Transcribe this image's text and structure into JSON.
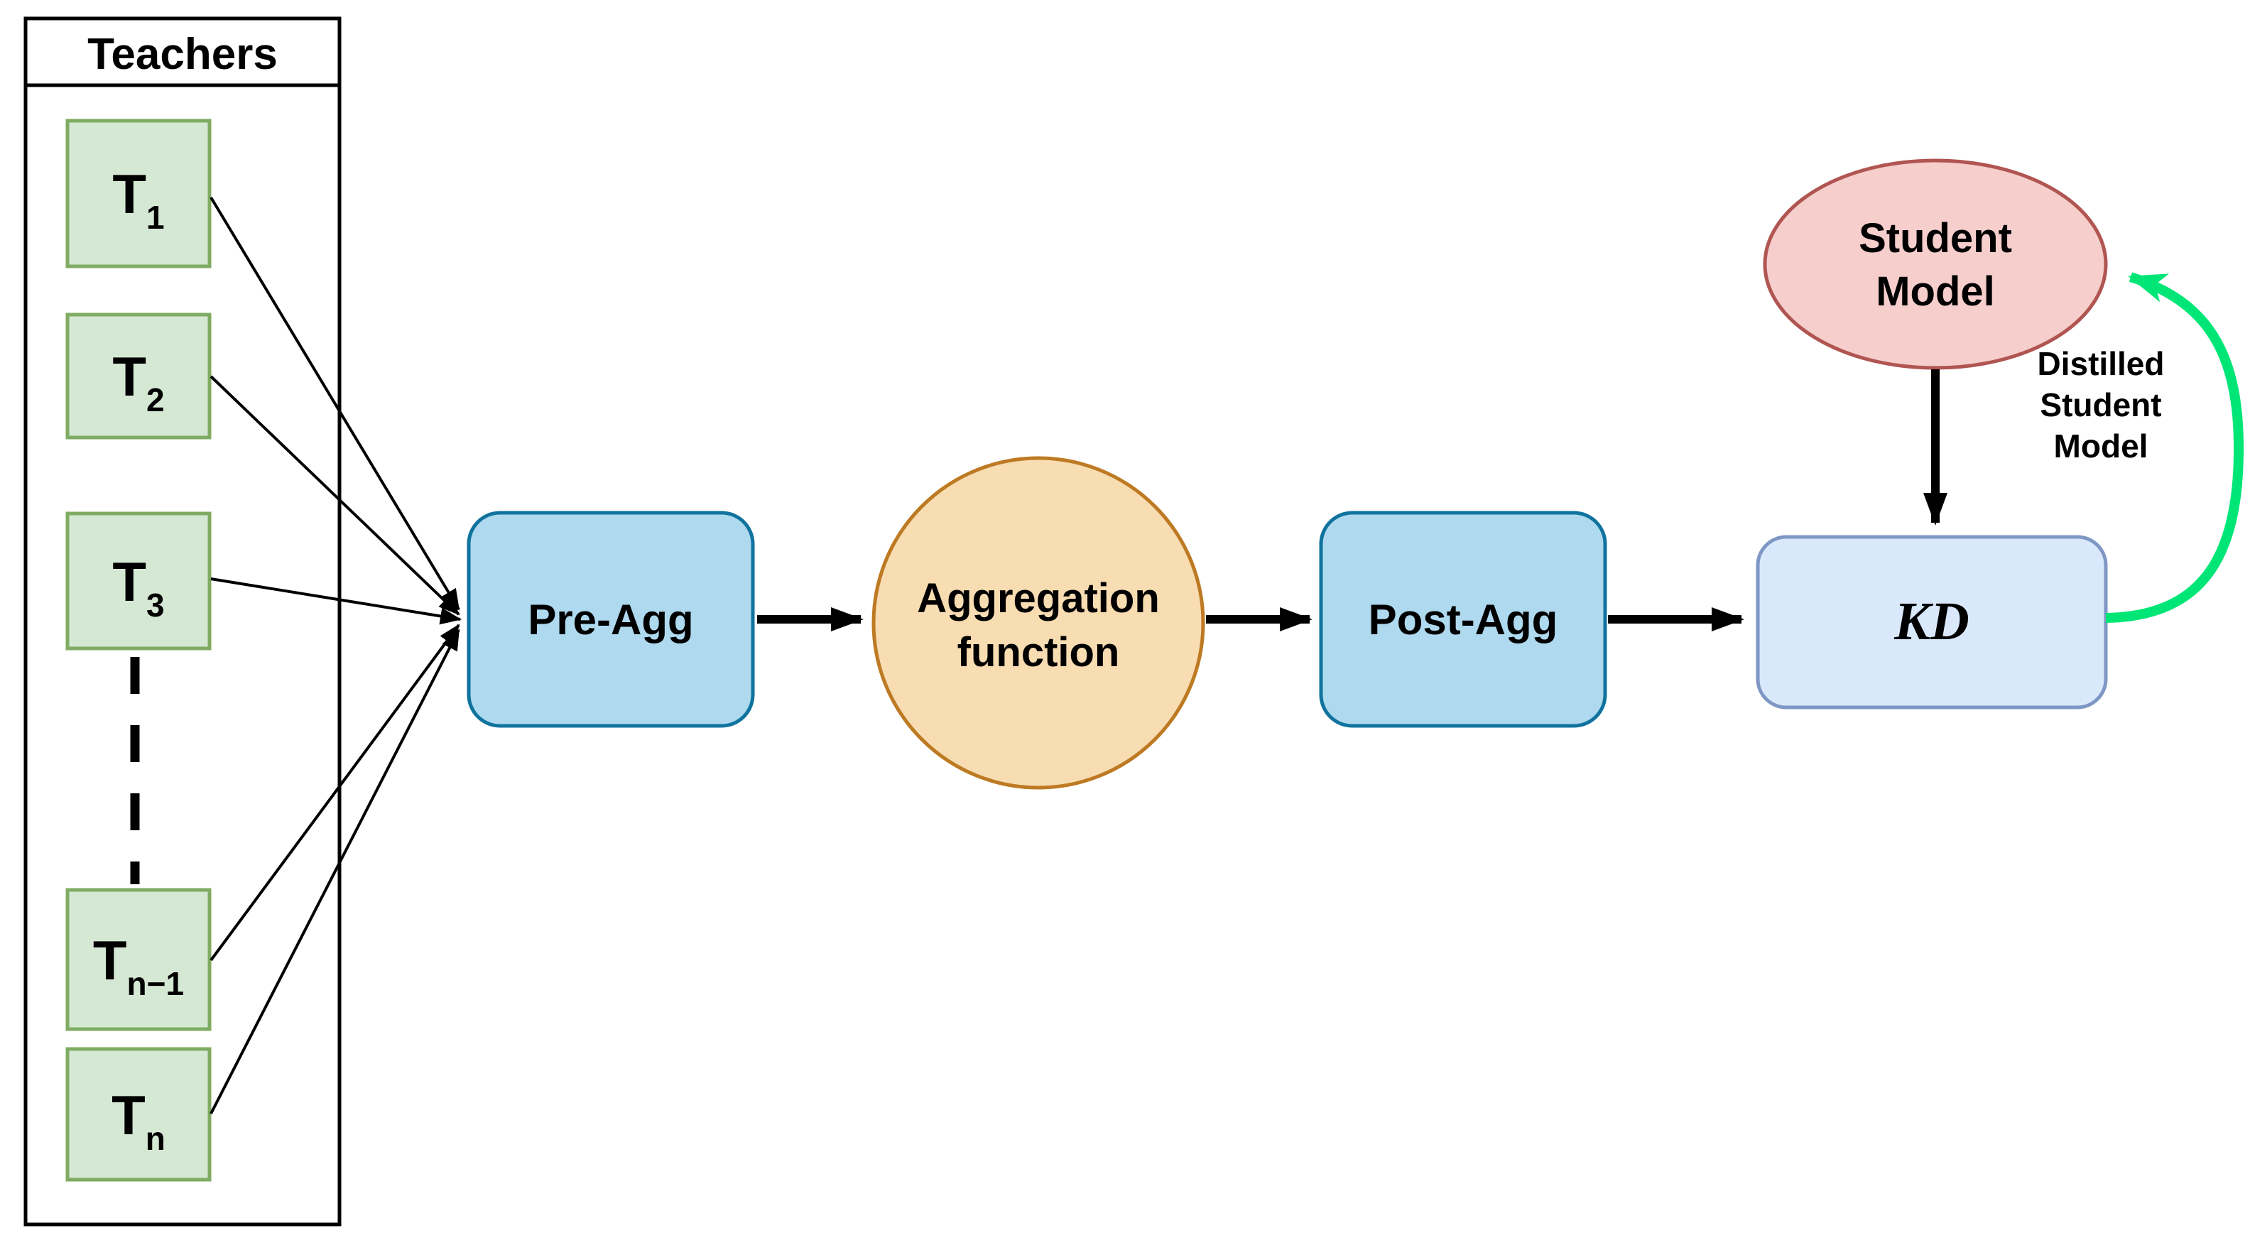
{
  "diagram": {
    "teachers_panel": {
      "title": "Teachers",
      "items": [
        {
          "base": "T",
          "sub": "1"
        },
        {
          "base": "T",
          "sub": "2"
        },
        {
          "base": "T",
          "sub": "3"
        },
        {
          "base": "T",
          "sub": "n−1"
        },
        {
          "base": "T",
          "sub": "n"
        }
      ]
    },
    "nodes": {
      "pre_agg": {
        "label": "Pre-Agg"
      },
      "aggregation": {
        "line1": "Aggregation",
        "line2": "function"
      },
      "post_agg": {
        "label": "Post-Agg"
      },
      "kd": {
        "label": "KD"
      },
      "student_model": {
        "line1": "Student",
        "line2": "Model"
      }
    },
    "annotations": {
      "distilled": {
        "line1": "Distilled",
        "line2": "Student",
        "line3": "Model"
      }
    },
    "colors": {
      "teacher_fill": "#d5e8d4",
      "teacher_stroke": "#7fac62",
      "agg_box_fill": "#aed9ee",
      "agg_box_stroke": "#10739e",
      "circle_fill": "#f8dcb2",
      "circle_stroke": "#bd7a23",
      "kd_fill": "#dae8fc",
      "kd_stroke": "#7e97c5",
      "student_fill": "#f6cecc",
      "student_stroke": "#b05551",
      "green_arrow": "#00e676",
      "panel_fill": "#ffffff",
      "panel_stroke": "#000000",
      "text": "#000000"
    }
  }
}
